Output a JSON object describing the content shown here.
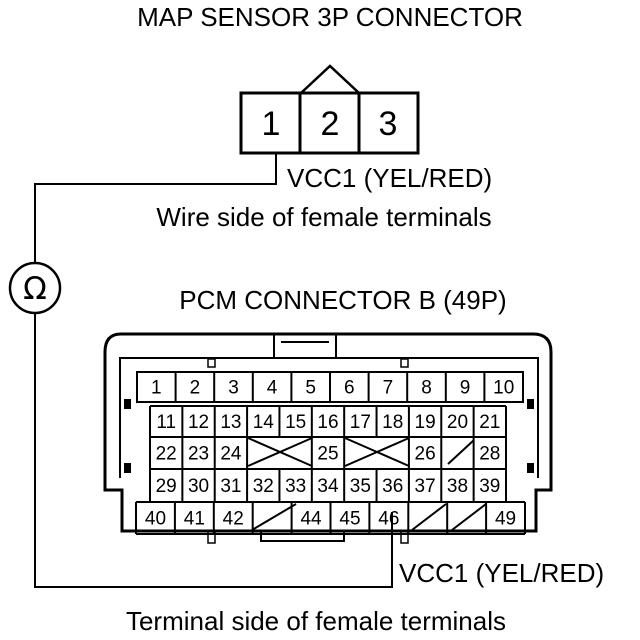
{
  "map_connector": {
    "title": "MAP SENSOR 3P CONNECTOR",
    "pins": [
      "1",
      "2",
      "3"
    ],
    "probe_label": "VCC1 (YEL/RED)",
    "caption": "Wire side of female terminals"
  },
  "meter": {
    "symbol": "Ω"
  },
  "pcm_connector": {
    "title": "PCM CONNECTOR B (49P)",
    "rows": [
      [
        "1",
        "2",
        "3",
        "4",
        "5",
        "6",
        "7",
        "8",
        "9",
        "10"
      ],
      [
        "11",
        "12",
        "13",
        "14",
        "15",
        "16",
        "17",
        "18",
        "19",
        "20",
        "21"
      ],
      [
        "22",
        "23",
        "24",
        "",
        "",
        "25",
        "",
        "",
        "26",
        "",
        "28"
      ],
      [
        "29",
        "30",
        "31",
        "32",
        "33",
        "34",
        "35",
        "36",
        "37",
        "38",
        "39"
      ],
      [
        "40",
        "41",
        "42",
        "",
        "44",
        "45",
        "46",
        "",
        "",
        "49"
      ]
    ],
    "probe_label": "VCC1 (YEL/RED)",
    "caption": "Terminal side of female terminals"
  }
}
